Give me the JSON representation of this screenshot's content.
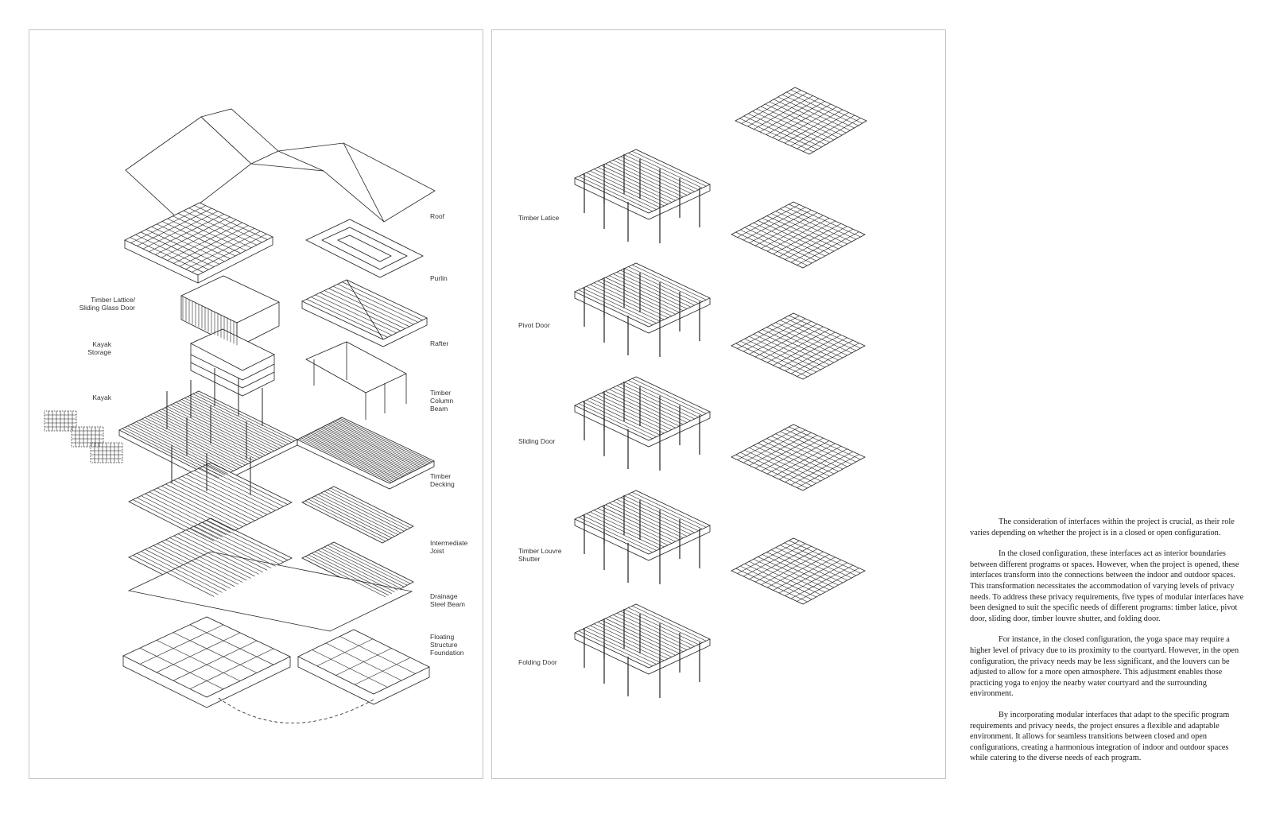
{
  "left_panel": {
    "labels_right": [
      {
        "key": "roof",
        "text": "Roof"
      },
      {
        "key": "purlin",
        "text": "Purlin"
      },
      {
        "key": "rafter",
        "text": "Rafter"
      },
      {
        "key": "timber-column-beam",
        "text": "Timber\nColumn\nBeam"
      },
      {
        "key": "timber-decking",
        "text": "Timber\nDecking"
      },
      {
        "key": "intermediate-joist",
        "text": "Intermediate\nJoist"
      },
      {
        "key": "drainage-steel-beam",
        "text": "Drainage\nSteel Beam"
      },
      {
        "key": "floating-structure-foundation",
        "text": "Floating\nStructure\nFoundation"
      }
    ],
    "labels_left": [
      {
        "key": "timber-lattice-sliding-glass-door",
        "text": "Timber Lattice/\nSliding Glass Door"
      },
      {
        "key": "kayak-storage",
        "text": "Kayak\nStorage"
      },
      {
        "key": "kayak",
        "text": "Kayak"
      }
    ]
  },
  "right_panel": {
    "interfaces": [
      {
        "key": "timber-latice",
        "text": "Timber Latice"
      },
      {
        "key": "pivot-door",
        "text": "Pivot Door"
      },
      {
        "key": "sliding-door",
        "text": "Sliding Door"
      },
      {
        "key": "timber-louvre-shutter",
        "text": "Timber Louvre\nShutter"
      },
      {
        "key": "folding-door",
        "text": "Folding Door"
      }
    ]
  },
  "essay": {
    "paragraphs": [
      "The consideration of interfaces within the project is crucial, as their role varies depending on whether the project is in a closed or open configuration.",
      "In the closed configuration, these interfaces act as interior boundaries between different programs or spaces. However, when the project is opened, these interfaces transform into the connections between the indoor and outdoor spaces. This transformation necessitates the accommodation of varying levels of privacy needs. To address these privacy requirements, five types of modular interfaces have been designed to suit the specific needs of different programs: timber latice, pivot door, sliding door, timber louvre shutter, and folding door.",
      "For instance, in the closed configuration, the yoga space may require a higher level of privacy due to its proximity to the courtyard. However, in the open configuration, the privacy needs may be less significant, and the louvers can be adjusted to allow for a more open atmosphere. This adjustment enables those practicing yoga to enjoy the nearby water courtyard and the surrounding environment.",
      "By incorporating modular interfaces that adapt to the specific program requirements and privacy needs, the project ensures a flexible and adaptable environment. It allows for seamless transitions between closed and open configurations, creating a harmonious integration of indoor and outdoor spaces while catering to the diverse needs of each program."
    ]
  }
}
